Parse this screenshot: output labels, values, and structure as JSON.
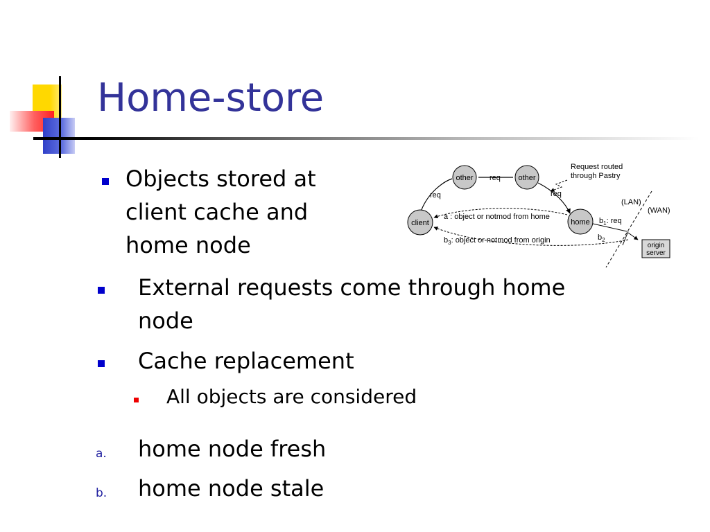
{
  "slide": {
    "title": "Home-store",
    "bullets": [
      {
        "text_lines": [
          "Objects stored at",
          "client cache and",
          "home node"
        ]
      },
      {
        "text_lines": [
          "External requests come through home",
          "node"
        ]
      },
      {
        "text_lines": [
          "Cache replacement"
        ]
      }
    ],
    "sub_bullets": [
      "All objects are considered"
    ],
    "ordered_items": [
      {
        "marker": "a.",
        "text": "home node fresh"
      },
      {
        "marker": "b.",
        "text": "home node stale"
      }
    ]
  },
  "diagram": {
    "nodes": {
      "other1": "other",
      "other2": "other",
      "client": "client",
      "home": "home",
      "origin_line1": "origin",
      "origin_line2": "server"
    },
    "labels": {
      "req_top": "req",
      "req_left": "req",
      "req_right": "req",
      "routed_line1": "Request routed",
      "routed_line2": "through Pastry",
      "lan": "(LAN)",
      "wan": "(WAN)",
      "a_label": "a : object or notmod from home",
      "b1_label": "b",
      "b1_sub": "1",
      "b1_tail": ": req",
      "b2_label": "b",
      "b2_sub": "2",
      "b3_label": "b",
      "b3_sub": "3",
      "b3_tail": ": object or notmod from origin"
    }
  },
  "colors": {
    "title": "#333399",
    "bullet": "#0000cc",
    "sub_bullet": "#ee0000",
    "node_fill": "#c8c8c8"
  }
}
